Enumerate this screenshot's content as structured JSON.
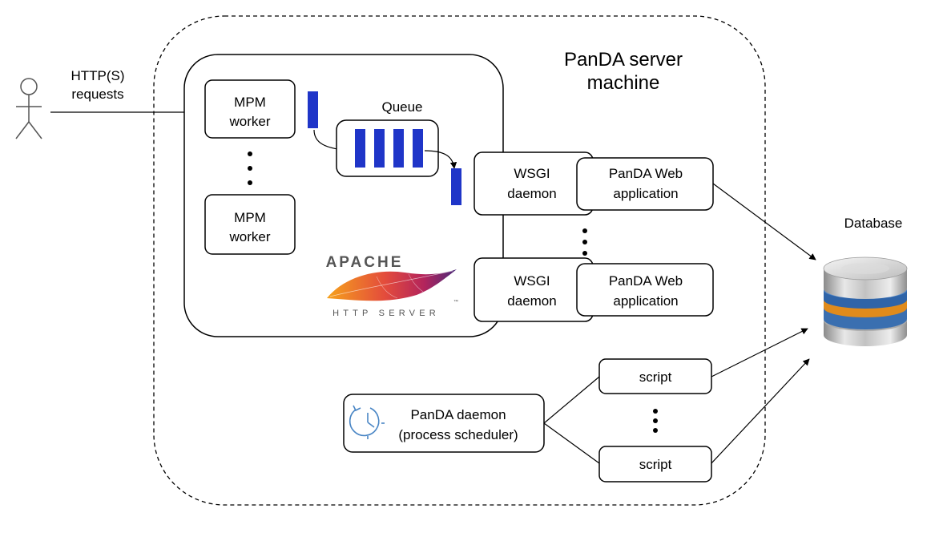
{
  "title": "PanDA server machine",
  "title_line1": "PanDA server",
  "title_line2": "machine",
  "user": {
    "icon": "person-icon",
    "requests_line1": "HTTP(S)",
    "requests_line2": "requests"
  },
  "mpm_workers": [
    {
      "line1": "MPM",
      "line2": "worker"
    },
    {
      "line1": "MPM",
      "line2": "worker"
    }
  ],
  "queue": {
    "label": "Queue",
    "item_count": 4
  },
  "wsgi_pairs": [
    {
      "daemon_line1": "WSGI",
      "daemon_line2": "daemon",
      "app_line1": "PanDA Web",
      "app_line2": "application"
    },
    {
      "daemon_line1": "WSGI",
      "daemon_line2": "daemon",
      "app_line1": "PanDA Web",
      "app_line2": "application"
    }
  ],
  "apache_logo": {
    "icon": "apache-feather-icon",
    "text_top": "APACHE",
    "text_bottom": "HTTP SERVER",
    "tm": "™"
  },
  "panda_daemon": {
    "icon": "clock-refresh-icon",
    "line1": "PanDA daemon",
    "line2": "(process scheduler)"
  },
  "scripts": [
    {
      "label": "script"
    },
    {
      "label": "script"
    }
  ],
  "database": {
    "label": "Database",
    "icon": "database-icon"
  },
  "colors": {
    "queue_item": "#1f35c8",
    "daemon_icon": "#4a86c5",
    "feather_start": "#f6a21c",
    "feather_mid": "#c3245a",
    "feather_end": "#4b2a7a"
  }
}
